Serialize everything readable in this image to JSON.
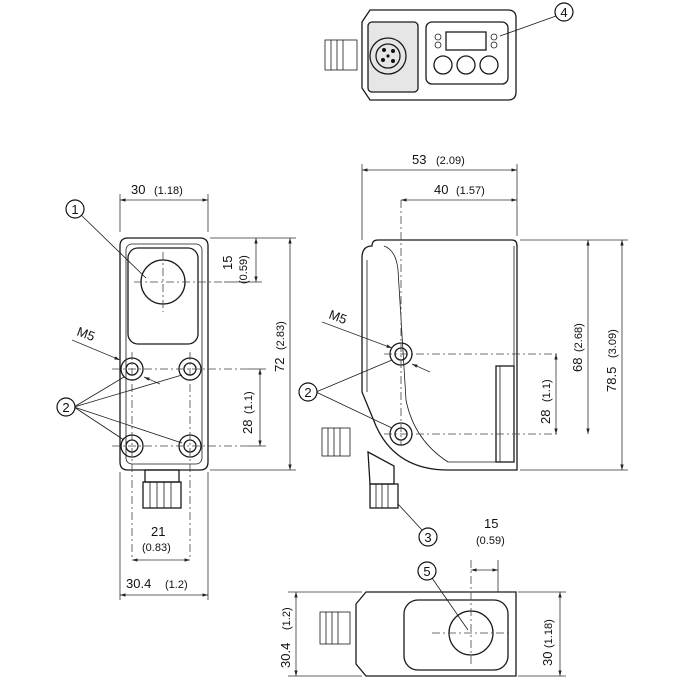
{
  "callouts": {
    "c1": "1",
    "c2a": "2",
    "c2b": "2",
    "c3": "3",
    "c4": "4",
    "c5": "5"
  },
  "thread": {
    "front": "M5",
    "side": "M5"
  },
  "front_view": {
    "width_top": "30",
    "width_top_in": "(1.18)",
    "hole_offset": "15",
    "hole_offset_in": "(0.59)",
    "height": "72",
    "height_in": "(2.83)",
    "hole_spacing": "28",
    "hole_spacing_in": "(1.1)",
    "hole_pitch": "21",
    "hole_pitch_in": "(0.83)",
    "width_bottom": "30.4",
    "width_bottom_in": "(1.2)"
  },
  "side_view": {
    "depth_total": "53",
    "depth_total_in": "(2.09)",
    "depth_body": "40",
    "depth_body_in": "(1.57)",
    "hole_spacing": "28",
    "hole_spacing_in": "(1.1)",
    "height": "68",
    "height_in": "(2.68)",
    "height_total": "78.5",
    "height_total_in": "(3.09)"
  },
  "bottom_view": {
    "hole_offset": "15",
    "hole_offset_in": "(0.59)",
    "height_left": "30.4",
    "height_left_in": "(1.2)",
    "height_right": "30",
    "height_right_in": "(1.18)"
  }
}
